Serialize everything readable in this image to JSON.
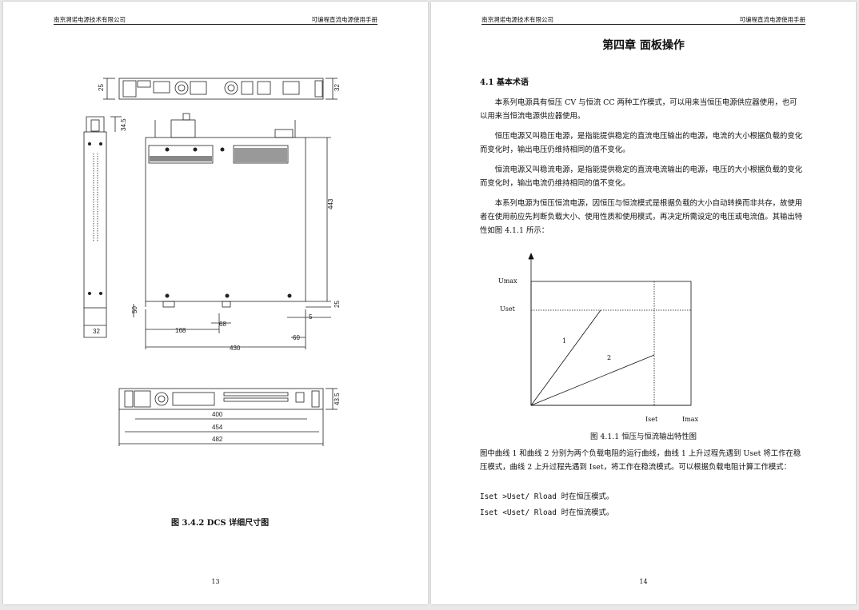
{
  "left_page": {
    "header_left": "南京溯诺电源技术有限公司",
    "header_right": "可编程直流电源使用手册",
    "dimensions": {
      "top_height": "25",
      "top_height_right": "32",
      "side_handle": "34.5",
      "depth": "443",
      "rear_offset": "25",
      "foot_height": "50",
      "side_width": "32",
      "d168": "168",
      "d68": "68",
      "d5": "5",
      "d60": "60",
      "d430": "430",
      "front_height": "43.5",
      "d400": "400",
      "d454": "454",
      "d482": "482"
    },
    "caption": "图 3.4.2  DCS 详细尺寸图",
    "page_number": "13"
  },
  "right_page": {
    "header_left": "南京溯诺电源技术有限公司",
    "header_right": "可编程直流电源使用手册",
    "chapter_title": "第四章  面板操作",
    "section_title": "4.1 基本术语",
    "paragraphs": [
      "本系列电源具有恒压 CV 与恒流 CC 两种工作模式，可以用来当恒压电源供应器使用，也可以用来当恒流电源供应器使用。",
      "恒压电源又叫稳压电源，是指能提供稳定的直流电压输出的电源，电流的大小根据负载的变化而变化时，输出电压仍维持相同的值不变化。",
      "恒流电源又叫稳流电源，是指能提供稳定的直流电流输出的电源，电压的大小根据负载的变化而变化时，输出电流仍维持相同的值不变化。",
      "本系列电源为恒压恒流电源，因恒压与恒流模式是根据负载的大小自动转换而非共存，故使用者在使用前应先判断负载大小、使用性质和使用模式，再决定所需设定的电压或电流值。其输出特性如图 4.1.1 所示："
    ],
    "chart": {
      "y_label_max": "Umax",
      "y_label_set": "Uset",
      "x_label_set": "Iset",
      "x_label_max": "Imax",
      "curve1": "1",
      "curve2": "2"
    },
    "figure_caption": "图 4.1.1 恒压与恒流输出特性图",
    "note": "图中曲线 1 和曲线 2 分别为两个负载电阻的运行曲线，曲线 1 上升过程先遇到 Uset 将工作在稳压模式，曲线 2 上升过程先遇到 Iset，将工作在稳流模式。可以根据负载电阻计算工作模式：",
    "rule1": "Iset >Uset/ Rload 时在恒压模式。",
    "rule2": "Iset <Uset/ Rload 时在恒流模式。",
    "page_number": "14"
  }
}
